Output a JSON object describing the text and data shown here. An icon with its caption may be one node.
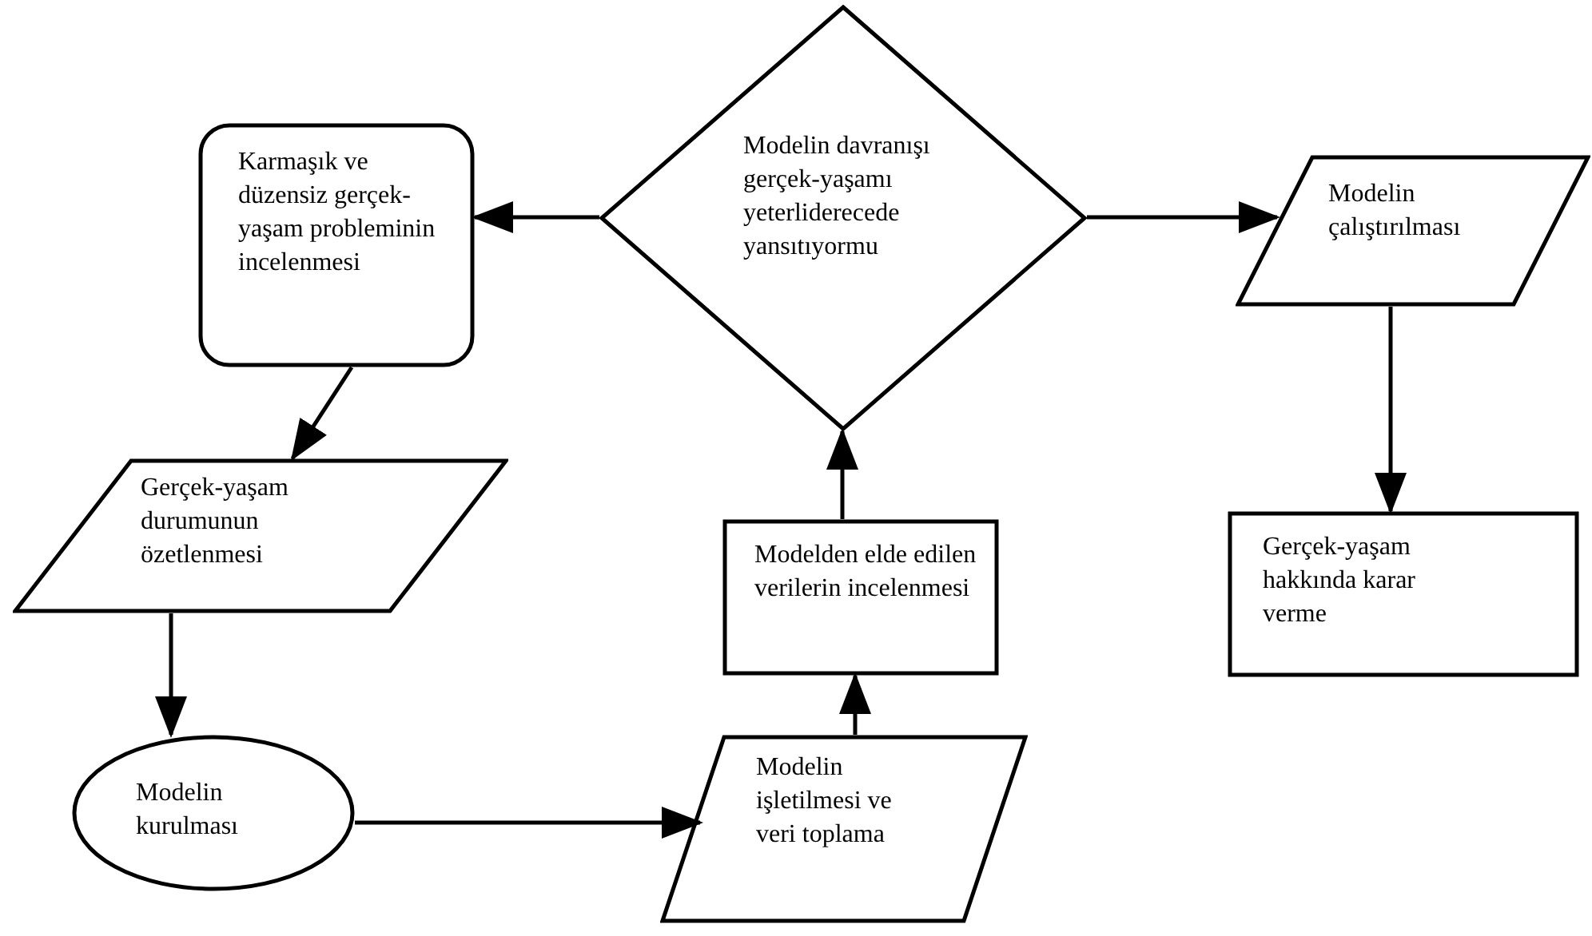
{
  "diagram": {
    "nodes": [
      {
        "text": [
          "Modelin davranışı gerçek-yaşamı yeterliderecede yansıtıyormu"
        ]
      },
      {
        "text": [
          "Karmaşık ve düzensiz gerçek-yaşam probleminin incelenmesi"
        ]
      },
      {
        "text": [
          "Gerçek-yaşam durumunun özetlenmesi"
        ]
      },
      {
        "text": [
          "Modelin kurulması"
        ]
      },
      {
        "text": [
          "Modelin işletilmesi ve veri toplama"
        ]
      },
      {
        "text": [
          "Modelden elde edilen verilerin incelenmesi"
        ]
      },
      {
        "text": [
          "Modelin çalıştırılması"
        ]
      },
      {
        "text": [
          "Gerçek-yaşam hakkında karar verme"
        ]
      }
    ],
    "edges": [
      {
        "from": 0,
        "to": 1,
        "arrow": "to"
      },
      {
        "from": 0,
        "to": 6,
        "arrow": "to"
      },
      {
        "from": 1,
        "to": 2,
        "arrow": "to"
      },
      {
        "from": 2,
        "to": 3,
        "arrow": "to"
      },
      {
        "from": 3,
        "to": 4,
        "arrow": "to"
      },
      {
        "from": 4,
        "to": 5,
        "arrow": "to"
      },
      {
        "from": 5,
        "to": 0,
        "arrow": "to"
      },
      {
        "from": 6,
        "to": 7,
        "arrow": "to"
      }
    ]
  }
}
